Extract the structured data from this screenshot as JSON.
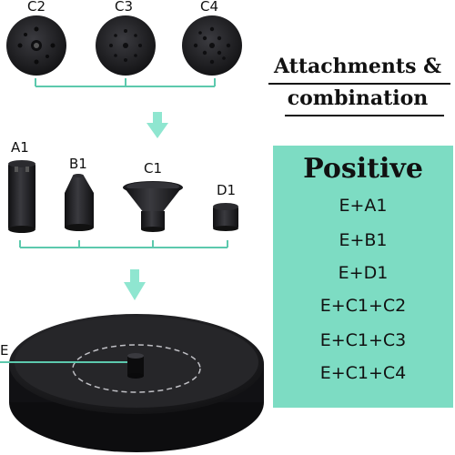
{
  "heading": {
    "line1": "Attachments &",
    "line2": "combination"
  },
  "top_nozzles": [
    "C2",
    "C3",
    "C4"
  ],
  "mid_nozzles": [
    "A1",
    "B1",
    "C1",
    "D1"
  ],
  "fountain_label": "E",
  "panel": {
    "heading": "Positive",
    "combinations": [
      "E+A1",
      "E+B1",
      "E+D1",
      "E+C1+C2",
      "E+C1+C3",
      "E+C1+C4"
    ]
  },
  "colors": {
    "accent": "#7ddcc3",
    "bracket": "#5cc9ad",
    "arrow": "#8fe6d0",
    "product": "#1e1e22"
  }
}
